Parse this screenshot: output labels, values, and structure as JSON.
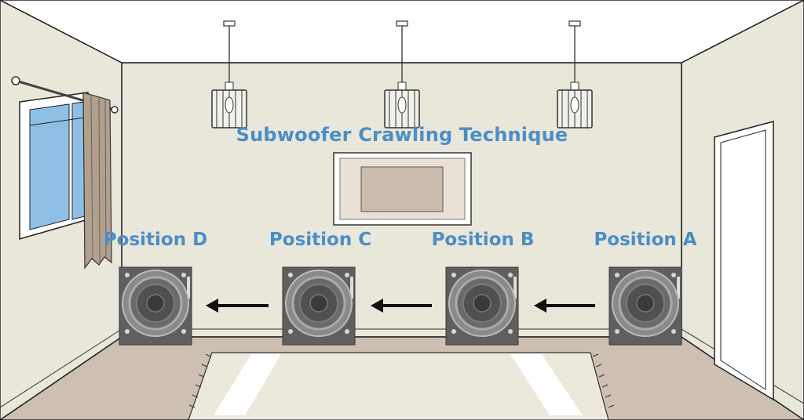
{
  "title": "Subwoofer Crawling Technique",
  "positions": [
    {
      "label": "Position D"
    },
    {
      "label": "Position C"
    },
    {
      "label": "Position B"
    },
    {
      "label": "Position A"
    }
  ],
  "arrow_direction": "left",
  "icons": [
    "pendant-lamp-icon",
    "wall-frame-icon",
    "window-icon",
    "curtain-icon",
    "door-icon",
    "subwoofer-icon",
    "arrow-left-icon",
    "rug-icon"
  ],
  "colors": {
    "wall": "#e9e6da",
    "floor": "#cdbfb1",
    "rug": "#ece8dc",
    "label": "#4a8ec8",
    "speaker_box": "#5f5f5f",
    "window_glass": "#8ec0e6",
    "curtain": "#b2a08f"
  }
}
